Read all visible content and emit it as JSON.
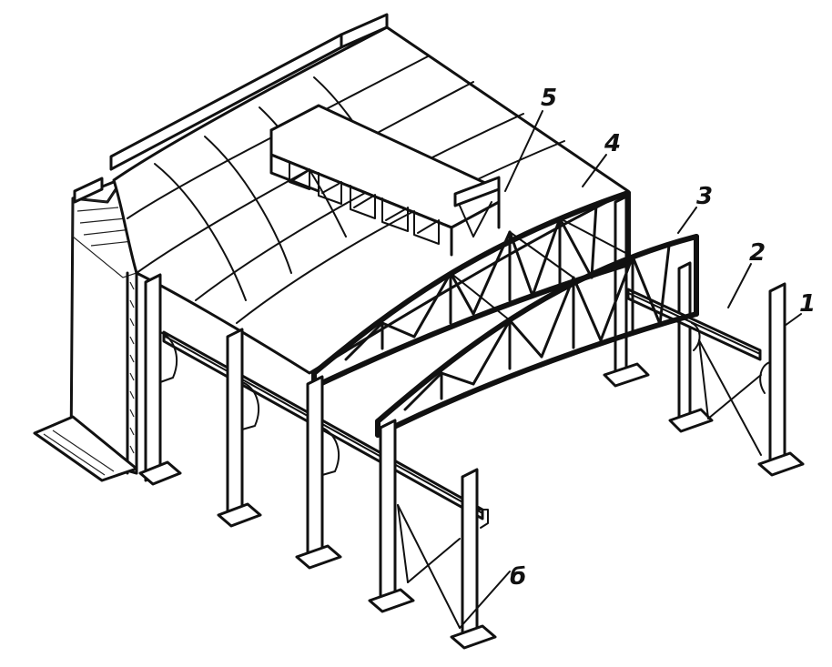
{
  "diagram": {
    "labels": [
      {
        "id": "1",
        "text": "1"
      },
      {
        "id": "2",
        "text": "2"
      },
      {
        "id": "3",
        "text": "3"
      },
      {
        "id": "4",
        "text": "4"
      },
      {
        "id": "5",
        "text": "5"
      },
      {
        "id": "6",
        "text": "б"
      }
    ]
  }
}
